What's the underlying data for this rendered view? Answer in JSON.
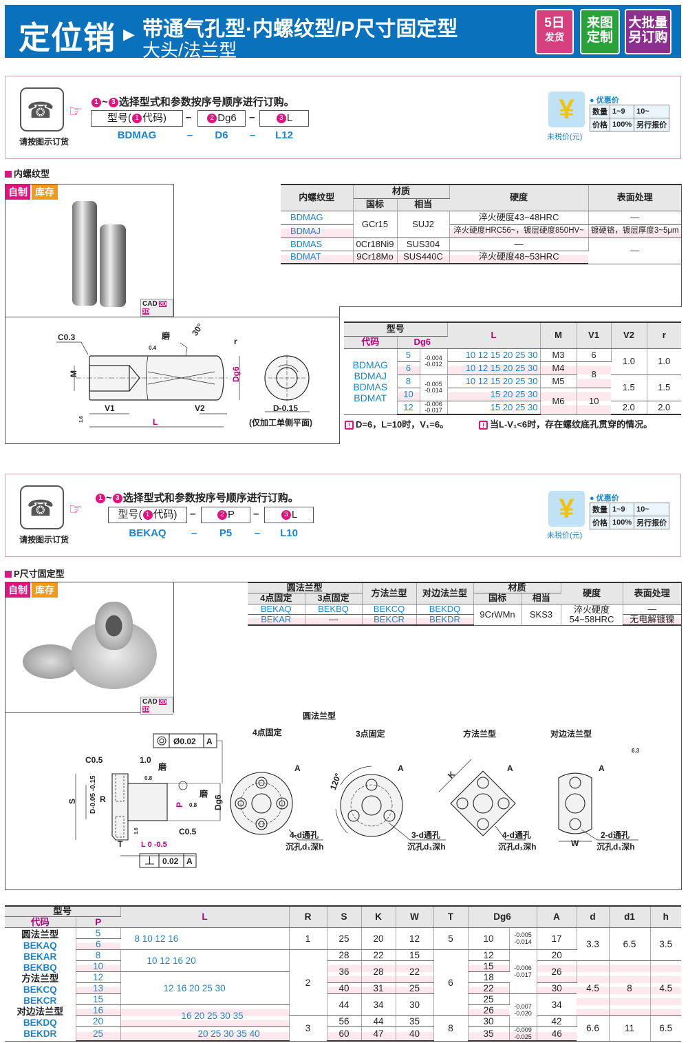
{
  "header": {
    "title": "定位销",
    "arrow": "▶",
    "subtitle1": "带通气孔型·内螺纹型/P尺寸固定型",
    "subtitle2": "大头/法兰型",
    "badges": [
      {
        "line1": "5日",
        "line2": "发货",
        "color": "#d6407e"
      },
      {
        "line1": "来图",
        "line2": "定制",
        "color": "#2aa23a"
      },
      {
        "line1": "大批量",
        "line2": "另订购",
        "color": "#8d2f8f"
      }
    ]
  },
  "order1": {
    "phone_label": "请按图示订货",
    "instruction": "选择型式和参数按序号顺序进行订购。",
    "range_sep": "~",
    "fields": [
      {
        "prefix": "型号(",
        "num": "1",
        "suffix": "代码)"
      },
      {
        "num": "2",
        "suffix": "Dg6"
      },
      {
        "num": "3",
        "suffix": "L"
      }
    ],
    "dash": "–",
    "values": [
      "BDMAG",
      "D6",
      "L12"
    ]
  },
  "order2": {
    "phone_label": "请按图示订货",
    "instruction": "选择型式和参数按序号顺序进行订购。",
    "range_sep": "~",
    "fields": [
      {
        "prefix": "型号(",
        "num": "1",
        "suffix": "代码)"
      },
      {
        "num": "2",
        "suffix": "P"
      },
      {
        "num": "3",
        "suffix": "L"
      }
    ],
    "dash": "–",
    "values": [
      "BEKAQ",
      "P5",
      "L10"
    ]
  },
  "price": {
    "icon": "yen-icon",
    "label": "未税价(元)",
    "title": "优惠价",
    "rows": [
      [
        "数量",
        "1~9",
        "10~"
      ],
      [
        "价格",
        "100%",
        "另行报价"
      ]
    ]
  },
  "section1": {
    "title": "内螺纹型",
    "tag_make": "自制",
    "tag_stock": "库存",
    "cad": "CAD",
    "cad_badge": "2D 3D"
  },
  "section2": {
    "title": "P尺寸固定型",
    "tag_make": "自制",
    "tag_stock": "库存",
    "cad": "CAD",
    "cad_badge": "2D 3D"
  },
  "table1": {
    "headers": {
      "type": "内螺纹型",
      "material": "材质",
      "std": "国标",
      "equiv": "相当",
      "hardness": "硬度",
      "surface": "表面处理"
    },
    "rows": [
      {
        "code": "BDMAG",
        "std": "GCr15",
        "equiv": "SUJ2",
        "hardness": "淬火硬度43~48HRC",
        "surface": "—"
      },
      {
        "code": "BDMAJ",
        "hardness": "淬火硬度HRC56~，镀层硬度850HV~",
        "surface": "镀硬铬，镀层厚度3~5μm"
      },
      {
        "code": "BDMAS",
        "std": "0Cr18Ni9",
        "equiv": "SUS304",
        "hardness": "—",
        "surface": "—"
      },
      {
        "code": "BDMAT",
        "std": "9Cr18Mo",
        "equiv": "SUS440C",
        "hardness": "淬火硬度48~53HRC"
      }
    ]
  },
  "table2": {
    "headers": {
      "model": "型号",
      "code": "代码",
      "dg6": "Dg6",
      "L": "L",
      "M": "M",
      "V1": "V1",
      "V2": "V2",
      "r": "r"
    },
    "codes": [
      "BDMAG",
      "BDMAJ",
      "BDMAS",
      "BDMAT"
    ],
    "rows": [
      {
        "D": "5",
        "L": "10 12 15 20 25 30",
        "M": "M3",
        "V1": "6"
      },
      {
        "D": "6",
        "L": "10 12 15 20 25 30",
        "M": "M4",
        "V1": "8"
      },
      {
        "D": "8",
        "L": "10 12 15 20 25 30",
        "M": "M5"
      },
      {
        "D": "10",
        "L": "15 20 25 30",
        "M": "M6",
        "V1": "10"
      },
      {
        "D": "12",
        "L": "15 20 25 30"
      }
    ],
    "tol": [
      [
        "-0.004",
        "-0.012"
      ],
      [
        "-0.005",
        "-0.014"
      ],
      [
        "-0.006",
        "-0.017"
      ]
    ],
    "V2": [
      "1.0",
      "1.5",
      "2.0"
    ],
    "r": [
      "1.0",
      "1.5",
      "2.0"
    ],
    "notes": [
      "D=6，L=10时，V₁=6。",
      "当L-V₁<6时，存在螺纹底孔贯穿的情况。"
    ],
    "note_icon": "!"
  },
  "drawing1": {
    "c03": "C0.3",
    "grind": "磨",
    "ra04": "0.4",
    "angle": "30°",
    "r": "r",
    "M": "M",
    "dg6": "Dg6",
    "v1": "V1",
    "v2": "V2",
    "L": "L",
    "ra16": "1.6",
    "flat": "D-0.15",
    "flat_note": "(仅加工单侧平面)"
  },
  "table3": {
    "headers": {
      "round": "圆法兰型",
      "four": "4点固定",
      "three": "3点固定",
      "square": "方法兰型",
      "opposite": "对边法兰型",
      "material": "材质",
      "std": "国标",
      "equiv": "相当",
      "hardness": "硬度",
      "surface": "表面处理"
    },
    "rows": [
      [
        "BEKAQ",
        "BEKBQ",
        "BEKCQ",
        "BEKDQ"
      ],
      [
        "BEKAR",
        "—",
        "BEKCR",
        "BEKDR"
      ]
    ],
    "std": "9CrWMn",
    "equiv": "SKS3",
    "hardness1": "淬火硬度",
    "hardness2": "54~58HRC",
    "surface": [
      "—",
      "无电解镀镍"
    ]
  },
  "drawing2": {
    "round": "圆法兰型",
    "four": "4点固定",
    "three": "3点固定",
    "square": "方法兰型",
    "opposite": "对边法兰型",
    "conc": "Ø0.02",
    "datum": "A",
    "perp": "0.02",
    "c05": "C0.5",
    "one": "1.0",
    "grind": "磨",
    "ra08": "0.8",
    "S": "S",
    "D": "D-0.05 -0.15",
    "R": "R",
    "P": "P",
    "dg6": "Dg6",
    "T": "T",
    "L": "L 0 -0.5",
    "ra16": "1.6",
    "ra63": "6.3",
    "deg": "120°",
    "K": "K",
    "W": "W",
    "holes4": "4-d通孔",
    "holes3": "3-d通孔",
    "holes2": "2-d通孔",
    "cb": "沉孔d₁深h"
  },
  "table4": {
    "headers": {
      "model": "型号",
      "code": "代码",
      "P": "P",
      "L": "L",
      "R": "R",
      "S": "S",
      "K": "K",
      "W": "W",
      "T": "T",
      "dg6": "Dg6",
      "A": "A",
      "d": "d",
      "d1": "d1",
      "h": "h"
    },
    "codes": [
      "圆法兰型",
      "BEKAQ",
      "BEKAR",
      "BEKBQ",
      "方法兰型",
      "BEKCQ",
      "BEKCR",
      "对边法兰型",
      "BEKDQ",
      "BEKDR"
    ],
    "P": [
      "5",
      "6",
      "8",
      "10",
      "12",
      "13",
      "15",
      "16",
      "20",
      "25"
    ],
    "L": [
      "8 10 12 16",
      "10 12 16 20",
      "12 16 20 25 30",
      "16 20 25 30 35",
      "20 25 30 35 40"
    ],
    "R": [
      "1",
      "2",
      "3"
    ],
    "SKW": [
      [
        "25",
        "20",
        "12"
      ],
      [
        "28",
        "22",
        "15"
      ],
      [
        "36",
        "28",
        "22"
      ],
      [
        "40",
        "31",
        "25"
      ],
      [
        "44",
        "34",
        "30"
      ],
      [
        "56",
        "44",
        "35"
      ],
      [
        "60",
        "47",
        "40"
      ]
    ],
    "T": [
      "5",
      "6",
      "8"
    ],
    "D": [
      "10",
      "12",
      "15",
      "18",
      "22",
      "25",
      "26",
      "30",
      "35"
    ],
    "tol": [
      [
        "-0.005",
        "-0.014"
      ],
      [
        "-0.006",
        "-0.017"
      ],
      [
        "-0.007",
        "-0.020"
      ],
      [
        "-0.009",
        "-0.025"
      ]
    ],
    "A": [
      "17",
      "20",
      "26",
      "30",
      "34",
      "42",
      "46"
    ],
    "d": [
      "3.3",
      "4.5",
      "6.6"
    ],
    "d1": [
      "6.5",
      "8",
      "11"
    ],
    "h": [
      "3.5",
      "4.5",
      "6.5"
    ]
  }
}
